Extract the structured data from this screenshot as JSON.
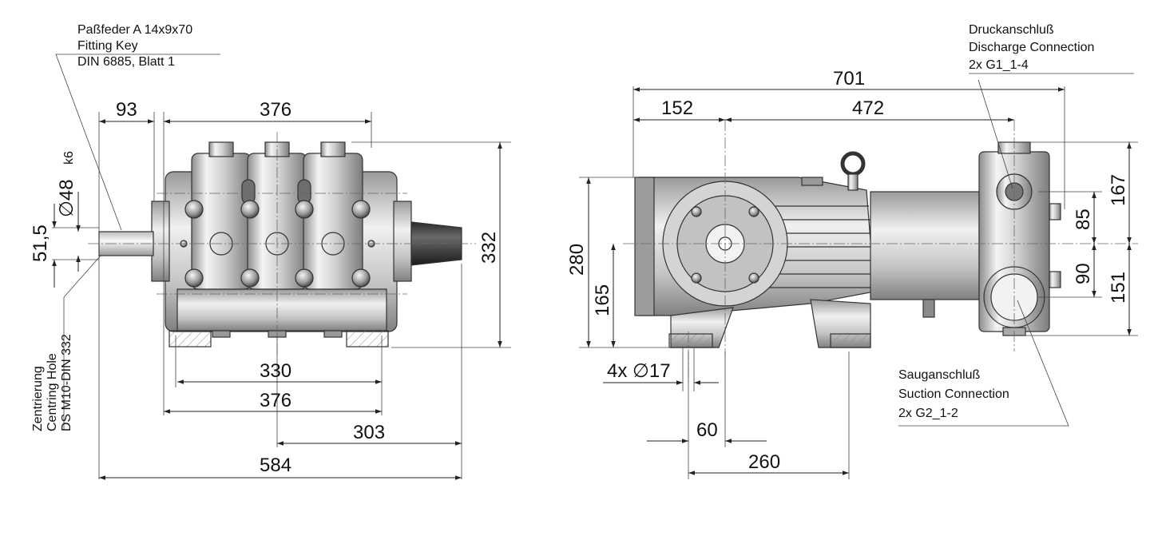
{
  "front_view": {
    "fitting_key": [
      "Paßfeder A 14x9x70",
      "Fitting Key",
      "DIN 6885, Blatt 1"
    ],
    "centring_hole": [
      "Zentrierung",
      "Centring Hole",
      "DS M10-DIN 332"
    ],
    "dims": {
      "d93": "93",
      "d376_top": "376",
      "d48": "∅48",
      "d48_tol": "k6",
      "d51_5": "51,5",
      "d332": "332",
      "d330": "330",
      "d376_bottom": "376",
      "d303": "303",
      "d584": "584"
    }
  },
  "side_view": {
    "discharge": [
      "Druckanschluß",
      "Discharge Connection",
      "2x G1_1-4"
    ],
    "suction": [
      "Sauganschluß",
      "Suction Connection",
      "2x G2_1-2"
    ],
    "dims": {
      "d701": "701",
      "d152": "152",
      "d472": "472",
      "d280": "280",
      "d165": "165",
      "d167": "167",
      "d85": "85",
      "d90": "90",
      "d151": "151",
      "d4x17": "4x ∅17",
      "d60": "60",
      "d260": "260"
    }
  }
}
